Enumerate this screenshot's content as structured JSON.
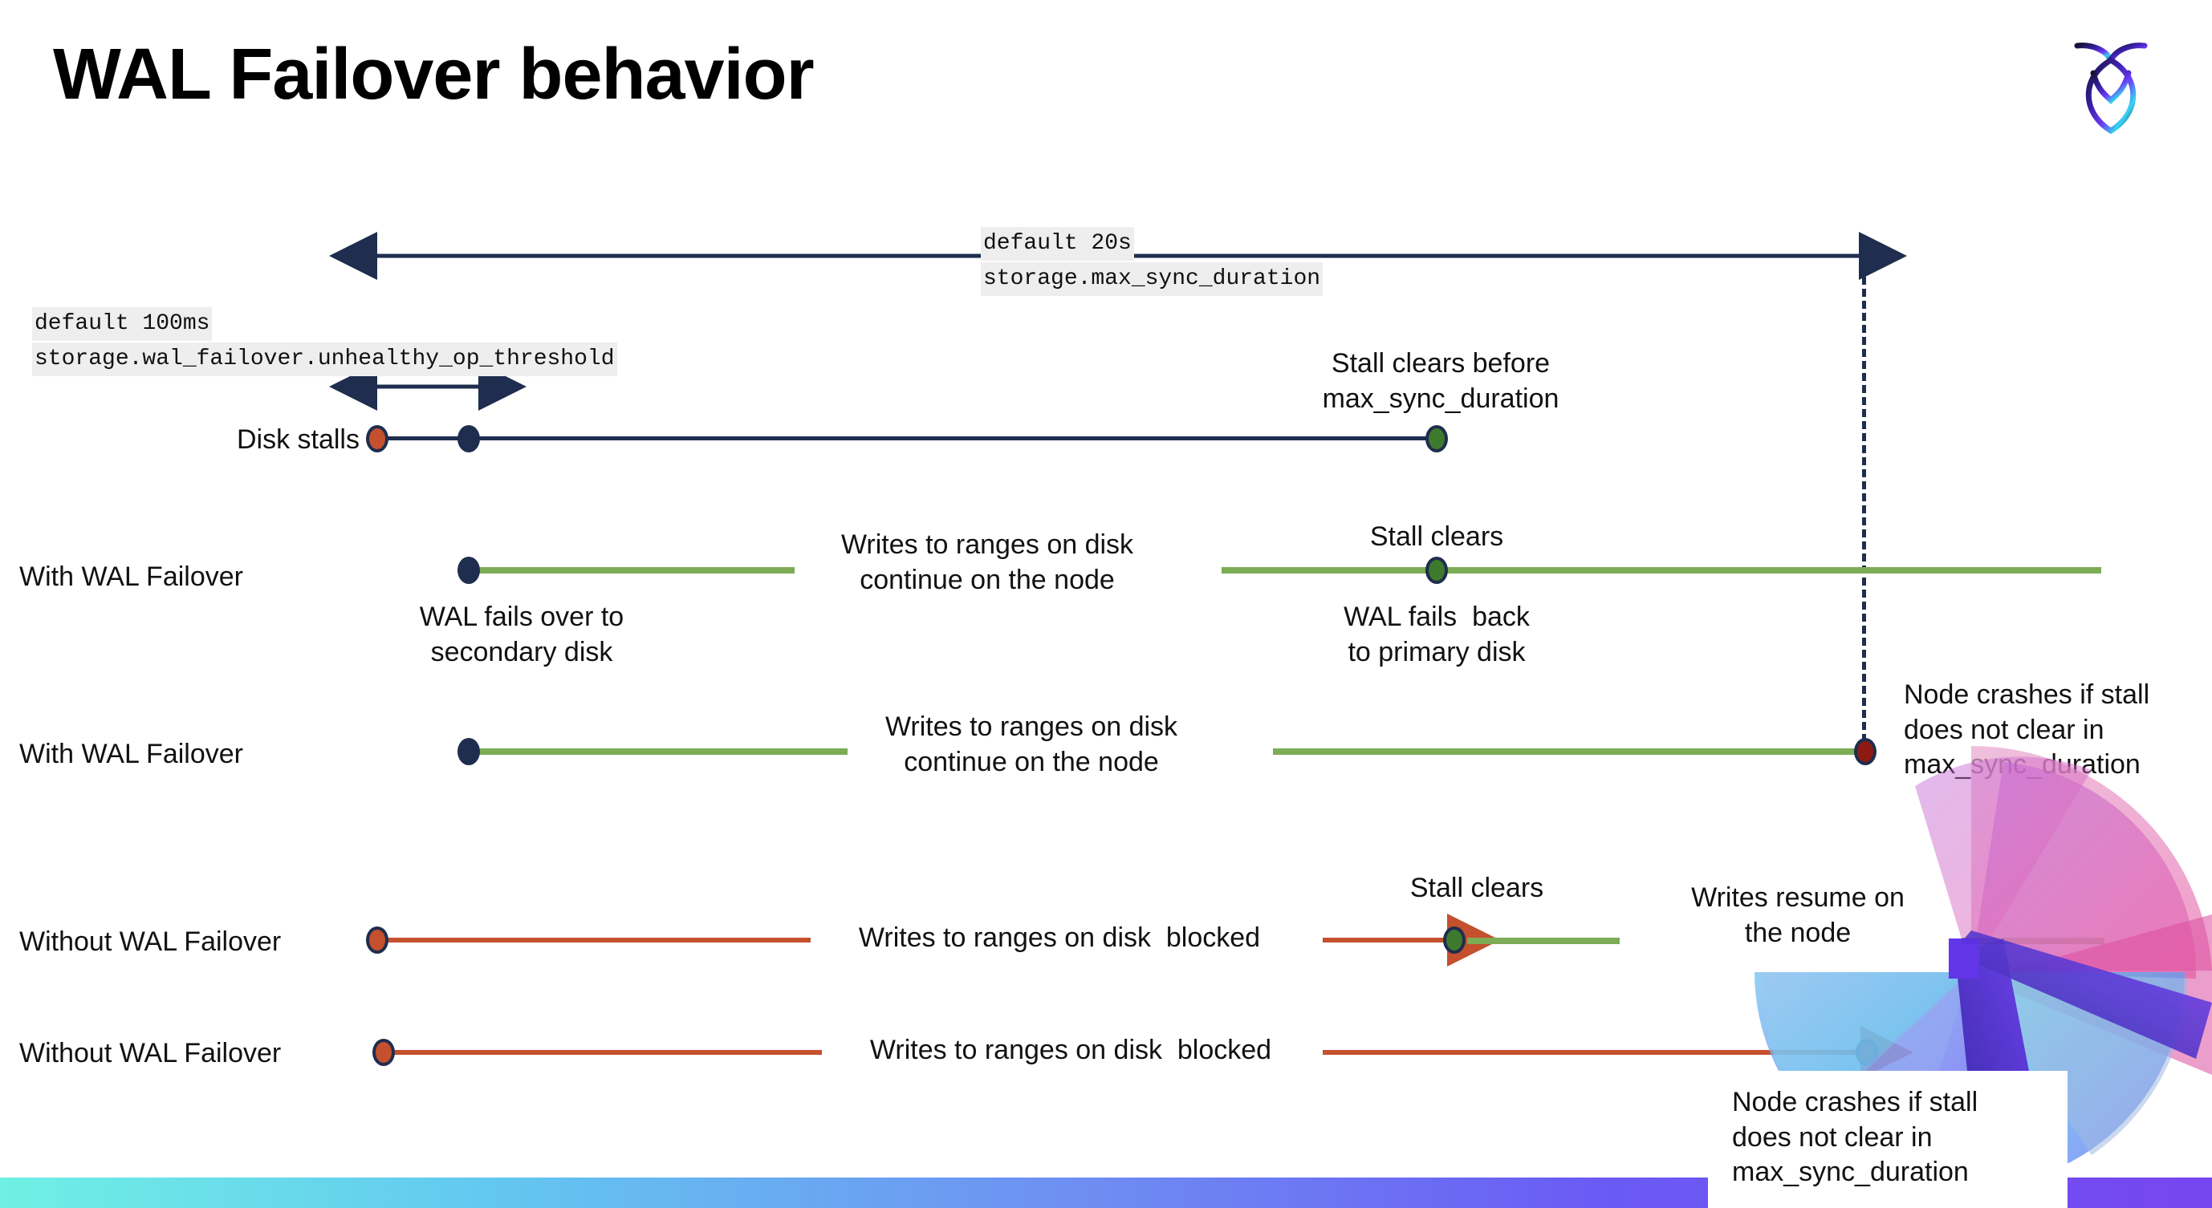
{
  "slide": {
    "title": "WAL Failover behavior",
    "logo_name": "cockroachdb-logo"
  },
  "annotations": {
    "max_sync": {
      "line1": "default 20s",
      "line2": "storage.max_sync_duration"
    },
    "unhealthy": {
      "line1": "default 100ms",
      "line2": "storage.wal_failover.unhealthy_op_threshold"
    }
  },
  "rows": [
    {
      "id": "disk-stalls",
      "label": "Disk stalls",
      "above_note": "Stall clears before\nmax_sync_duration",
      "below_note": ""
    },
    {
      "id": "with-wal-failover-1",
      "label": "With WAL Failover",
      "mid_note": "Writes to ranges on disk\ncontinue on the node",
      "above_note": "Stall clears",
      "below_note": "WAL fails  back\nto primary disk",
      "start_note": "WAL fails over to\nsecondary disk"
    },
    {
      "id": "with-wal-failover-2",
      "label": "With WAL Failover",
      "mid_note": "Writes to ranges on disk\ncontinue on the node",
      "right_note": "Node crashes if stall\ndoes not clear in\nmax_sync_duration"
    },
    {
      "id": "without-wal-failover-1",
      "label": "Without WAL Failover",
      "mid_note": "Writes to ranges on disk  blocked",
      "above_note": "Stall clears",
      "right_note": "Writes resume on\nthe node"
    },
    {
      "id": "without-wal-failover-2",
      "label": "Without WAL Failover",
      "mid_note": "Writes to ranges on disk  blocked",
      "right_note": "Node crashes if stall\ndoes not clear in\nmax_sync_duration"
    }
  ],
  "colors": {
    "navy": "#1F2D4E",
    "orange": "#C4502D",
    "green_line": "#7CAC55",
    "green_dot": "#3E7A2E",
    "dark_red": "#8C1A12",
    "highlight_bg": "#EEEEEE",
    "bar_gradient_start": "#6FF0E4",
    "bar_gradient_end": "#7646F0"
  }
}
